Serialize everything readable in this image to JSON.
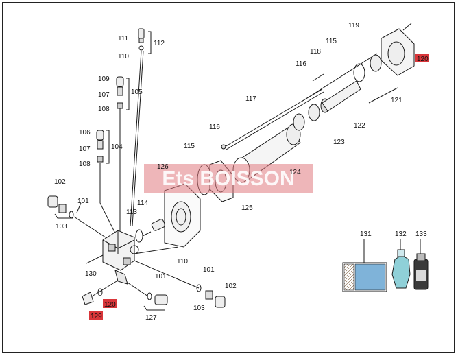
{
  "diagram": {
    "watermark": "Ets BOISSON",
    "labels": [
      {
        "id": "111",
        "text": "111"
      },
      {
        "id": "110",
        "text": "110"
      },
      {
        "id": "112",
        "text": "112"
      },
      {
        "id": "109",
        "text": "109"
      },
      {
        "id": "107a",
        "text": "107"
      },
      {
        "id": "108a",
        "text": "108"
      },
      {
        "id": "105",
        "text": "105"
      },
      {
        "id": "106",
        "text": "106"
      },
      {
        "id": "107b",
        "text": "107"
      },
      {
        "id": "108b",
        "text": "108"
      },
      {
        "id": "104",
        "text": "104"
      },
      {
        "id": "102a",
        "text": "102"
      },
      {
        "id": "101a",
        "text": "101"
      },
      {
        "id": "103a",
        "text": "103"
      },
      {
        "id": "130",
        "text": "130"
      },
      {
        "id": "114",
        "text": "114"
      },
      {
        "id": "113",
        "text": "113"
      },
      {
        "id": "110b",
        "text": "110"
      },
      {
        "id": "126",
        "text": "126"
      },
      {
        "id": "115a",
        "text": "115"
      },
      {
        "id": "116a",
        "text": "116"
      },
      {
        "id": "117",
        "text": "117"
      },
      {
        "id": "124",
        "text": "124"
      },
      {
        "id": "125",
        "text": "125"
      },
      {
        "id": "116b",
        "text": "116"
      },
      {
        "id": "118",
        "text": "118"
      },
      {
        "id": "115b",
        "text": "115"
      },
      {
        "id": "119",
        "text": "119"
      },
      {
        "id": "121",
        "text": "121"
      },
      {
        "id": "122",
        "text": "122"
      },
      {
        "id": "123",
        "text": "123"
      },
      {
        "id": "101b",
        "text": "101"
      },
      {
        "id": "127",
        "text": "127"
      },
      {
        "id": "101c",
        "text": "101"
      },
      {
        "id": "102b",
        "text": "102"
      },
      {
        "id": "103b",
        "text": "103"
      },
      {
        "id": "131",
        "text": "131"
      },
      {
        "id": "132",
        "text": "132"
      },
      {
        "id": "133",
        "text": "133"
      }
    ],
    "highlighted": [
      {
        "id": "120a",
        "text": "120"
      },
      {
        "id": "120b",
        "text": "120"
      },
      {
        "id": "129",
        "text": "129"
      }
    ],
    "colors": {
      "line": "#1a1a1a",
      "highlight": "#d9363a",
      "watermark": "#e07a80",
      "fill_blue": "#7fb3d9",
      "fill_tan": "#c4a27a"
    }
  }
}
